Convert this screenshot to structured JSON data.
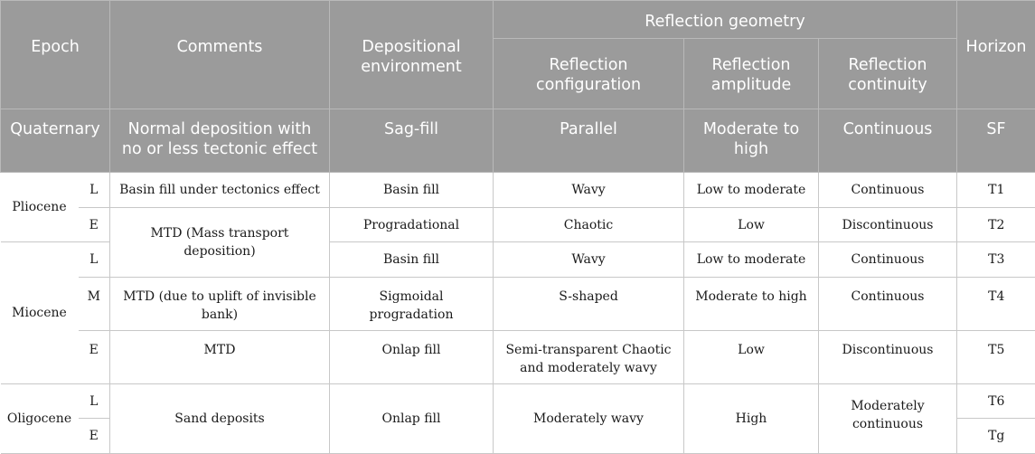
{
  "header": {
    "epoch": "Epoch",
    "comments": "Comments",
    "depositional_environment": "Depositional environment",
    "reflection_geometry": "Reflection geometry",
    "reflection_configuration": "Reflection configuration",
    "reflection_amplitude": "Reflection amplitude",
    "reflection_continuity": "Reflection continuity",
    "horizon": "Horizon"
  },
  "quaternary": {
    "epoch": "Quaternary",
    "comments": "Normal deposition with no or less tectonic effect",
    "environment": "Sag-fill",
    "configuration": "Parallel",
    "amplitude": "Moderate to high",
    "continuity": "Continuous",
    "horizon": "SF"
  },
  "rows": {
    "pliocene": {
      "epoch": "Pliocene",
      "l": {
        "sub": "L",
        "comments": "Basin fill under tectonics effect",
        "environment": "Basin fill",
        "configuration": "Wavy",
        "amplitude": "Low to moderate",
        "continuity": "Continuous",
        "horizon": "T1"
      },
      "e": {
        "sub": "E",
        "environment": "Progradational",
        "configuration": "Chaotic",
        "amplitude": "Low",
        "continuity": "Discontinuous",
        "horizon": "T2"
      }
    },
    "mtd_mass_transport": "MTD (Mass transport deposition)",
    "miocene": {
      "epoch": "Miocene",
      "l": {
        "sub": "L",
        "environment": "Basin fill",
        "configuration": "Wavy",
        "amplitude": "Low to moderate",
        "continuity": "Continuous",
        "horizon": "T3"
      },
      "m": {
        "sub": "M",
        "comments": "MTD (due to uplift of invisible bank)",
        "environment": "Sigmoidal progradation",
        "configuration": "S-shaped",
        "amplitude": "Moderate to high",
        "continuity": "Continuous",
        "horizon": "T4"
      },
      "e": {
        "sub": "E",
        "comments": "MTD",
        "environment": "Onlap fill",
        "configuration": "Semi-transparent Chaotic and moderately wavy",
        "amplitude": "Low",
        "continuity": "Discontinuous",
        "horizon": "T5"
      }
    },
    "oligocene": {
      "epoch": "Oligocene",
      "comments": "Sand deposits",
      "environment": "Onlap fill",
      "configuration": "Moderately wavy",
      "amplitude": "High",
      "continuity": "Moderately continuous",
      "l": {
        "sub": "L",
        "horizon": "T6"
      },
      "e": {
        "sub": "E",
        "horizon": "Tg"
      }
    }
  }
}
